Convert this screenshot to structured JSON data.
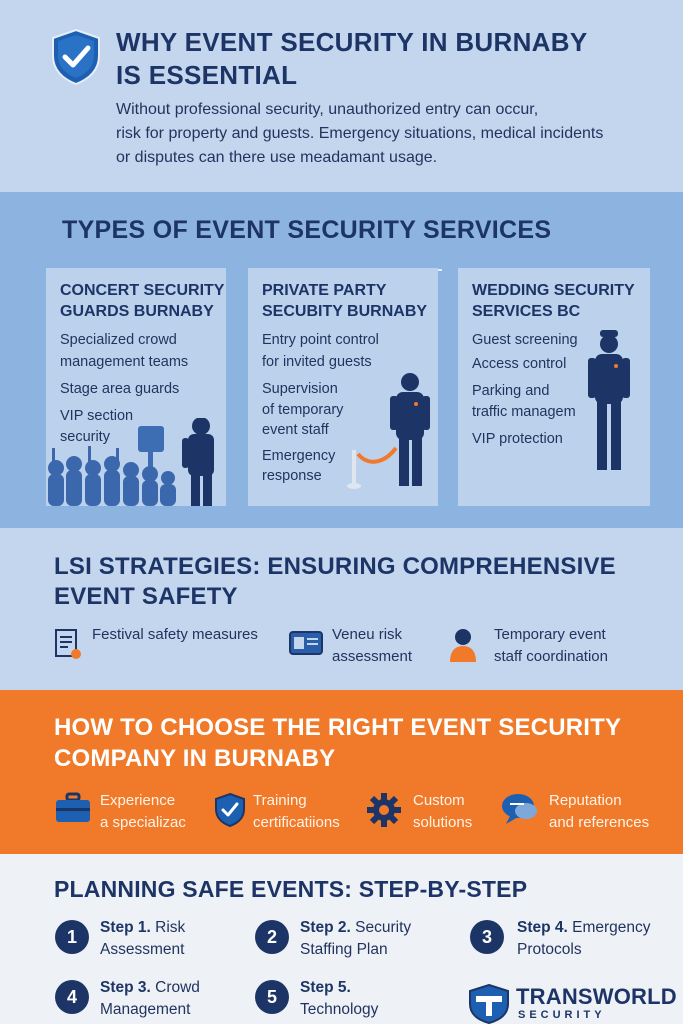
{
  "why": {
    "title_line1": "WHY EVENT SECURITY IN BURNABY",
    "title_line2": "IS ESSENTIAL",
    "body_line1": "Without professional security, unauthorized entry can occur,",
    "body_line2": "risk for property and guests. Emergency situations, medical incidents",
    "body_line3": "or disputes can there use meadamant usage.",
    "icon": "shield-check-icon"
  },
  "types": {
    "title": "TYPES OF EVENT SECURITY SERVICES",
    "cards": [
      {
        "title_line1": "CONCERT SECURITY",
        "title_line2": "GUARDS BURNABY",
        "items": [
          "Specialized crowd",
          "management teams",
          "Stage area guards",
          "VIP section",
          "security"
        ]
      },
      {
        "title_line1": "PRIVATE PARTY",
        "title_line2": "SECUBITY BURNABY",
        "items": [
          "Entry point control",
          "for invited guests",
          "Supervision",
          "of temporary",
          "event staff",
          "Emergency",
          "response"
        ]
      },
      {
        "title_line1": "WEDDING SECURITY",
        "title_line2": "SERVICES BC",
        "items": [
          "Guest screening",
          "Access control",
          "Parking and",
          "traffic managem",
          "VIP protection"
        ]
      }
    ]
  },
  "lsi": {
    "title_line1": "LSI STRATEGIES: ENSURING COMPREHENSIVE",
    "title_line2": "EVENT SAFETY",
    "items": [
      {
        "line1": "Festival safety measures",
        "line2": "",
        "icon": "checklist-icon"
      },
      {
        "line1": "Veneu  risk",
        "line2": "assessment",
        "icon": "id-card-icon"
      },
      {
        "line1": "Temporary event",
        "line2": "staff coordination",
        "icon": "person-icon"
      }
    ]
  },
  "choose": {
    "title_line1": "HOW TO CHOOSE THE RIGHT EVENT SECURITY",
    "title_line2": "COMPANY IN BURNABY",
    "items": [
      {
        "line1": "Experience",
        "line2": "a specializac",
        "icon": "briefcase-icon"
      },
      {
        "line1": "Training",
        "line2": "certificatiions",
        "icon": "shield-check-icon"
      },
      {
        "line1": "Custom",
        "line2": "solutions",
        "icon": "gear-icon"
      },
      {
        "line1": "Reputation",
        "line2": "and references",
        "icon": "speech-bubble-icon"
      }
    ]
  },
  "steps": {
    "title": "PLANNING SAFE EVENTS: STEP-BY-STEP",
    "items": [
      {
        "num": "1",
        "label": "Step 1.",
        "rest1": " Risk",
        "line2": "Assessment"
      },
      {
        "num": "2",
        "label": "Step 2.",
        "rest1": " Security",
        "line2": "Staffing Plan"
      },
      {
        "num": "3",
        "label": "Step 4.",
        "rest1": " Emergency",
        "line2": "Protocols"
      },
      {
        "num": "4",
        "label": "Step 3.",
        "rest1": " Crowd",
        "line2": "Management"
      },
      {
        "num": "5",
        "label": "Step 5.",
        "rest1": "",
        "line2": "Technology"
      }
    ]
  },
  "logo": {
    "word": "TRANSWORLD",
    "sub": "SECURITY"
  },
  "colors": {
    "navy": "#1d3566",
    "orange": "#f07a2a",
    "light_blue": "#c3d6ee",
    "mid_blue": "#8db3e0"
  }
}
